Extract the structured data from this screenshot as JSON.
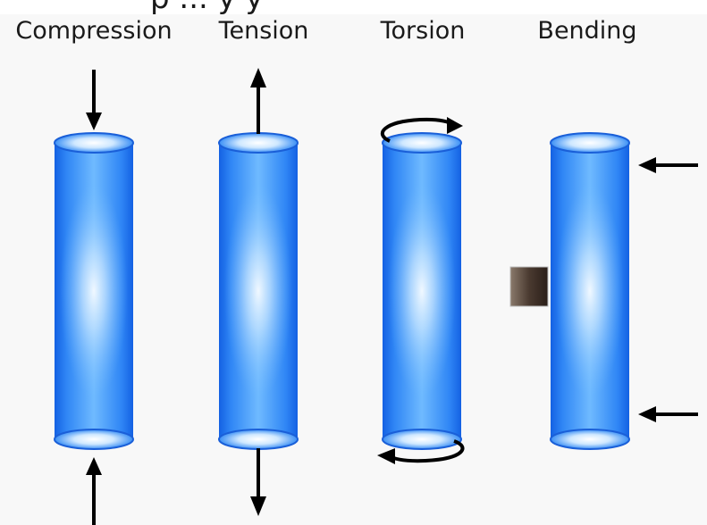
{
  "header": {
    "cropped_text": "p ... y y"
  },
  "labels": {
    "compression": "Compression",
    "tension": "Tension",
    "torsion": "Torsion",
    "bending": "Bending"
  },
  "colors": {
    "cylinder_edge": "#1565e6",
    "cylinder_mid": "#4aa3ff",
    "cylinder_glow": "#ffffff",
    "arrow": "#000000",
    "support_block": "#5a4a3e"
  }
}
